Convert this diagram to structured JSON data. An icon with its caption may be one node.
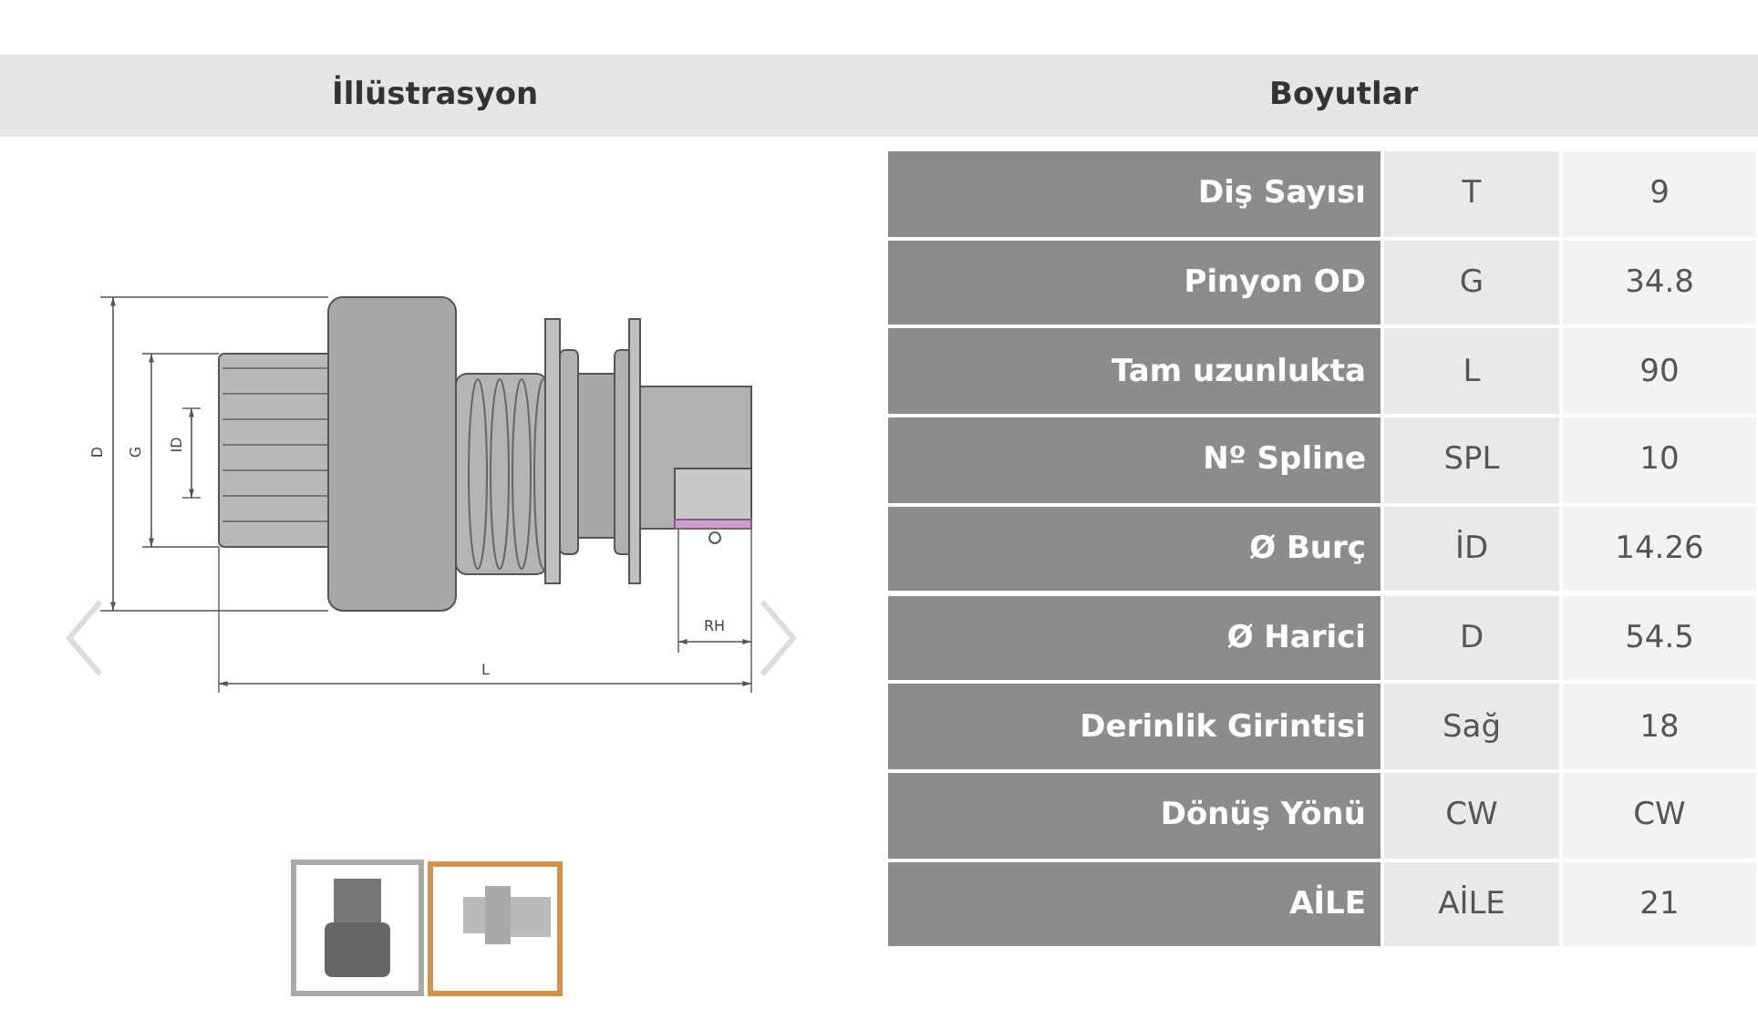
{
  "diagram": {
    "labels": [
      "İllüstrasyon",
      "Boyutlar",
      "D",
      "G",
      "ID",
      "RH",
      "L",
      "Diş Sayısı",
      "T",
      "9",
      "Pinyon OD",
      "G",
      "34.8",
      "Tam uzunlukta",
      "L",
      "90",
      "Nº Spline",
      "SPL",
      "10",
      "Ø Burç",
      "İD",
      "14.26",
      "Ø Harici",
      "D",
      "54.5",
      "Derinlik Girintisi",
      "Sağ",
      "18",
      "Dönüş Yönü",
      "CW",
      "CW",
      "AİLE",
      "AİLE",
      "21"
    ]
  }
}
